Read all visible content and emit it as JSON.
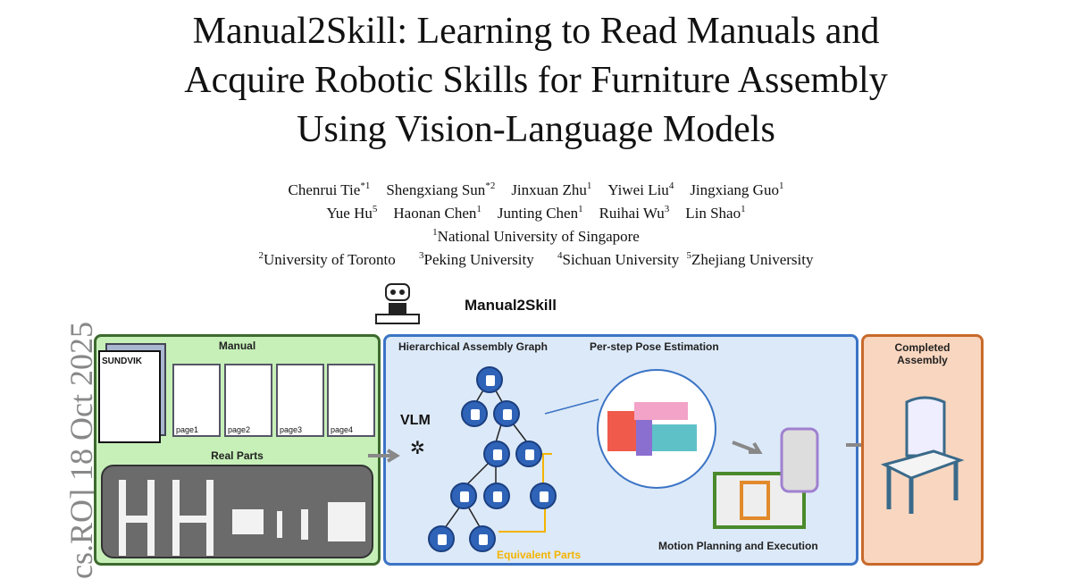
{
  "title": {
    "lines": [
      "Manual2Skill: Learning to Read Manuals and",
      "Acquire Robotic Skills for Furniture Assembly",
      "Using Vision-Language Models"
    ]
  },
  "authors": {
    "row1": [
      {
        "name": "Chenrui Tie",
        "sup": "*1"
      },
      {
        "name": "Shengxiang Sun",
        "sup": "*2"
      },
      {
        "name": "Jinxuan Zhu",
        "sup": "1"
      },
      {
        "name": "Yiwei Liu",
        "sup": "4"
      },
      {
        "name": "Jingxiang Guo",
        "sup": "1"
      }
    ],
    "row2": [
      {
        "name": "Yue Hu",
        "sup": "5"
      },
      {
        "name": "Haonan Chen",
        "sup": "1"
      },
      {
        "name": "Junting Chen",
        "sup": "1"
      },
      {
        "name": "Ruihai Wu",
        "sup": "3"
      },
      {
        "name": "Lin Shao",
        "sup": "1"
      }
    ]
  },
  "affiliations": {
    "a1": {
      "sup": "1",
      "name": "National University of Singapore"
    },
    "a2": {
      "sup": "2",
      "name": "University of Toronto"
    },
    "a3": {
      "sup": "3",
      "name": "Peking University"
    },
    "a4": {
      "sup": "4",
      "name": "Sichuan University"
    },
    "a5": {
      "sup": "5",
      "name": "Zhejiang University"
    }
  },
  "arxiv_side": "cs.RO]  18 Oct 2025",
  "figure": {
    "title": "Manual2Skill",
    "manual": "Manual",
    "manual_cover": "SUNDVIK",
    "pages": [
      "page1",
      "page2",
      "page3",
      "page4"
    ],
    "real_parts": "Real Parts",
    "vlm": "VLM",
    "graph": "Hierarchical Assembly Graph",
    "pose": "Per-step Pose Estimation",
    "equivalent": "Equivalent Parts",
    "motion": "Motion Planning and Execution",
    "completed": "Completed Assembly",
    "colors": {
      "green": "#c6f0b8",
      "blue": "#dce9f8",
      "orange": "#f9d6bf",
      "node": "#2f63b8",
      "equiv": "#f4b400"
    }
  }
}
